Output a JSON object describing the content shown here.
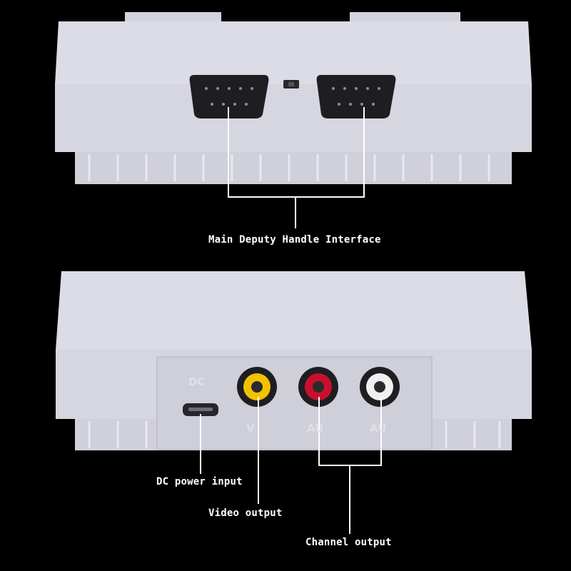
{
  "colors": {
    "background": "#000000",
    "console_body": "#d9d9e3",
    "connector": "#1e1e22",
    "callout_line": "#ffffff",
    "jack_video": "#f2c200",
    "jack_audio_left": "#c8102e",
    "jack_audio_right": "#f0f0f0"
  },
  "top_view": {
    "caption": "Main Deputy Handle Interface",
    "ports": [
      "controller-port-1",
      "controller-port-2"
    ]
  },
  "bottom_view": {
    "port_labels": {
      "dc": "DC",
      "video": "V",
      "audio_left": "AU",
      "audio_right": "AU"
    },
    "captions": {
      "dc_power": "DC power input",
      "video": "Video output",
      "channel": "Channel output"
    }
  }
}
